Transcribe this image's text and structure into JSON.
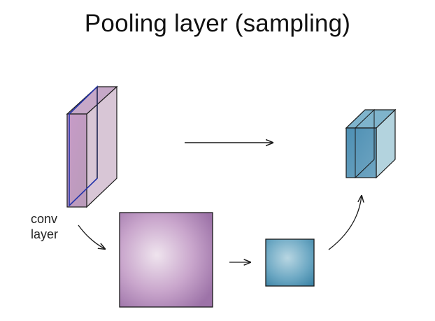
{
  "slide": {
    "title": "Pooling layer (sampling)",
    "conv_label_line1": "conv",
    "conv_label_line2": "layer"
  },
  "colors": {
    "purple_fill": "#c9a9cf",
    "purple_side": "#d7c2d6",
    "purple_top": "#bfa2c4",
    "blue_fill": "#5f9fbd",
    "blue_side": "#a9cfdc",
    "blue_top": "#6aa8c4",
    "slice_line": "#2233aa",
    "stroke": "#1a1a1a"
  }
}
